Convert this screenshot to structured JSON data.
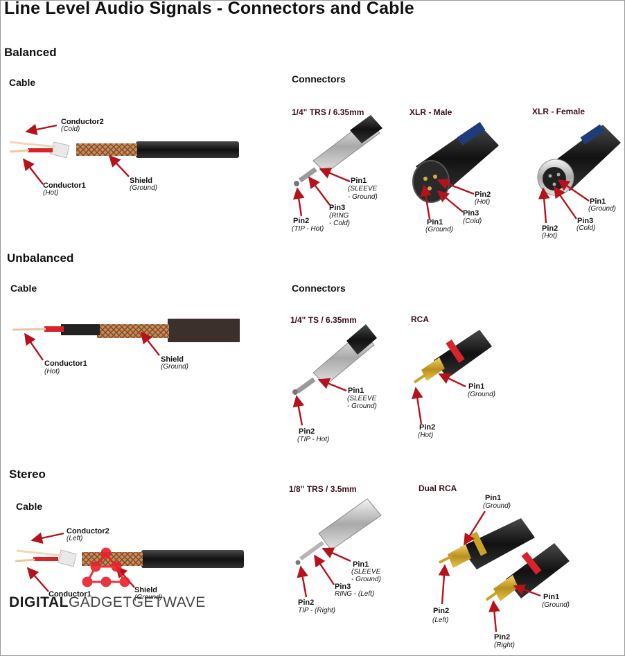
{
  "title": "Line Level Audio Signals -  Connectors and Cable",
  "sections": {
    "balanced": "Balanced",
    "unbalanced": "Unbalanced",
    "stereo": "Stereo"
  },
  "subheads": {
    "cable": "Cable",
    "connectors": "Connectors"
  },
  "connector_titles": {
    "trs_635": "1/4\" TRS / 6.35mm",
    "xlr_male": "XLR - Male",
    "xlr_female": "XLR - Female",
    "ts_635": "1/4\" TS / 6.35mm",
    "rca": "RCA",
    "trs_35": "1/8\" TRS / 3.5mm",
    "dual_rca": "Dual RCA"
  },
  "labels": {
    "conductor1": "Conductor1",
    "conductor2": "Conductor2",
    "shield": "Shield",
    "pin1": "Pin1",
    "pin2": "Pin2",
    "pin3": "Pin3"
  },
  "notes": {
    "cold": "(Cold)",
    "hot": "(Hot)",
    "ground": "(Ground)",
    "left": "(Left)",
    "right": "(Right)",
    "sleeve1": "(SLEEVE",
    "sleeve2": "- Ground)",
    "ring1": "(RING",
    "ring2": "- Cold)",
    "tip_hot": "(TIP - Hot)",
    "ring_left": "RING - (Left)",
    "tip_right": "TIP - (Right)"
  },
  "watermark": {
    "bold": "DIGITAL",
    "thin": "GADGETGETWAVE"
  },
  "colors": {
    "arrow": "#b5121b",
    "jacket": "#2e2e2e",
    "braid": "#b87a4b",
    "red_wire": "#d9232b",
    "gold": "#c9a227",
    "logo_red": "#e8202a"
  }
}
